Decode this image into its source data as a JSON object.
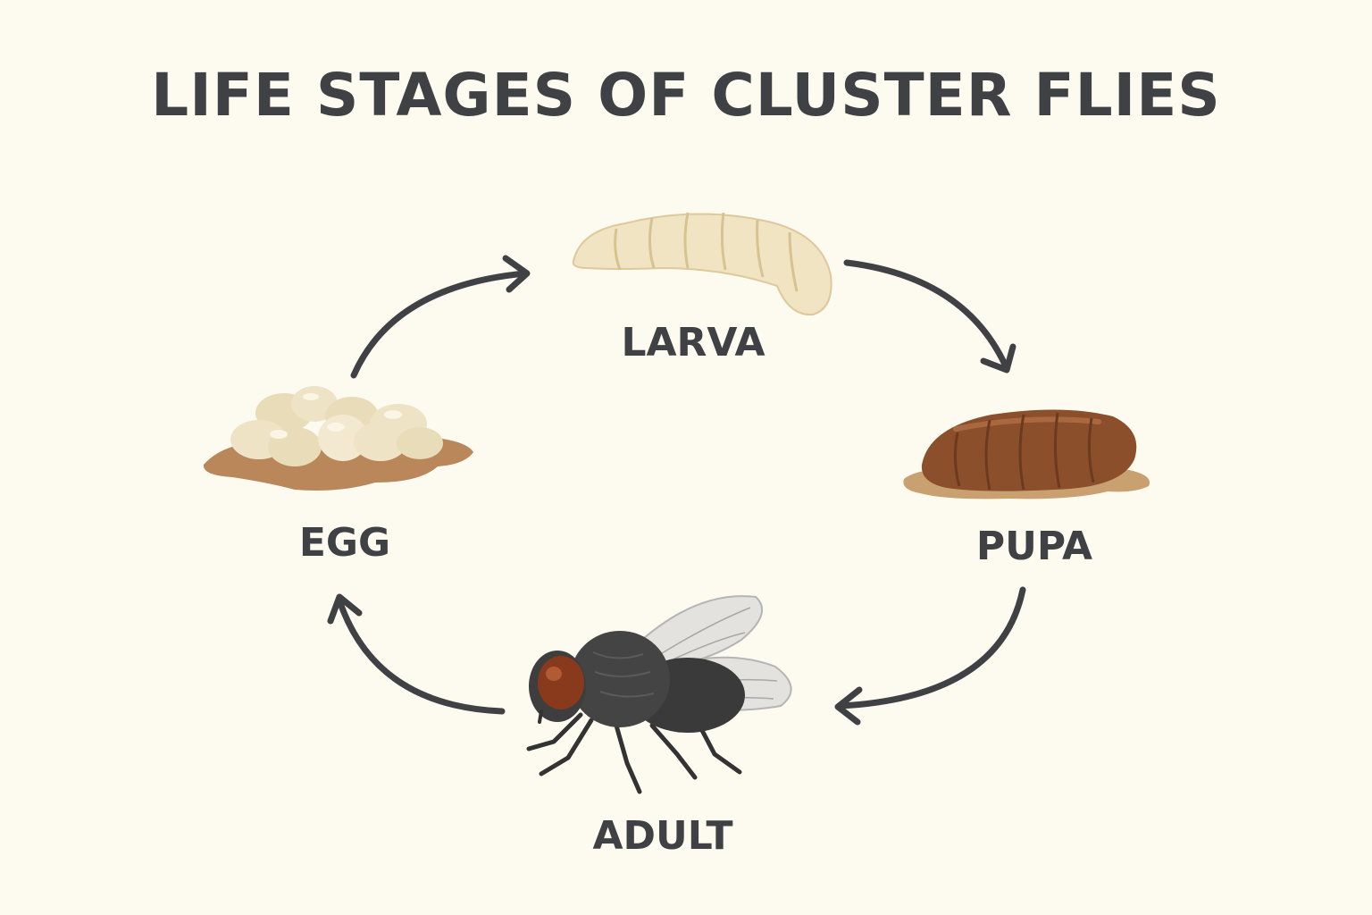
{
  "title": "LIFE STAGES OF CLUSTER FLIES",
  "stages": [
    {
      "label": "EGG",
      "icon": "egg-cluster-icon"
    },
    {
      "label": "LARVA",
      "icon": "larva-icon"
    },
    {
      "label": "PUPA",
      "icon": "pupa-icon"
    },
    {
      "label": "ADULT",
      "icon": "adult-fly-icon"
    }
  ],
  "colors": {
    "background": "#fdfaf0",
    "text": "#3f4144",
    "arrow": "#3f4144",
    "egg": "#efe3c6",
    "larva": "#f1e4c2",
    "pupa": "#8c4f2c",
    "soil": "#b9875a",
    "fly_body": "#3e3e3e",
    "fly_eye": "#8a3a1c"
  }
}
